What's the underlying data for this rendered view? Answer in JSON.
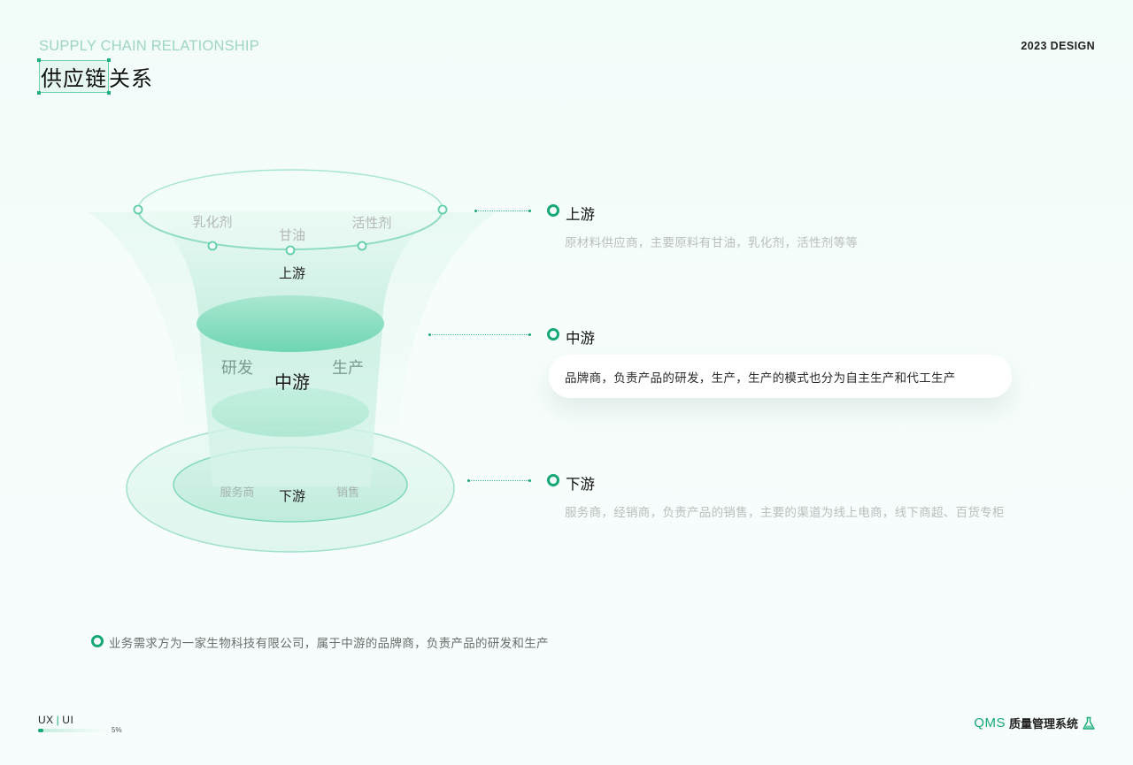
{
  "header": {
    "eyebrow": "SUPPLY CHAIN RELATIONSHIP",
    "title_selected": "供应链",
    "title_rest": "关系",
    "design_tag": "2023 DESIGN"
  },
  "diagram": {
    "top": {
      "label": "上游",
      "materials": [
        "乳化剂",
        "甘油",
        "活性剂"
      ]
    },
    "middle": {
      "label": "中游",
      "left": "研发",
      "right": "生产"
    },
    "bottom": {
      "label": "下游",
      "left": "服务商",
      "right": "销售"
    }
  },
  "items": [
    {
      "title": "上游",
      "desc": "原材料供应商，主要原料有甘油，乳化剂，活性剂等等",
      "highlighted": false
    },
    {
      "title": "中游",
      "desc": "品牌商，负责产品的研发，生产，生产的模式也分为自主生产和代工生产",
      "highlighted": true
    },
    {
      "title": "下游",
      "desc": "服务商，经销商，负责产品的销售，主要的渠道为线上电商，线下商超、百货专柜",
      "highlighted": false
    }
  ],
  "note": "业务需求方为一家生物科技有限公司，属于中游的品牌商，负责产品的研发和生产",
  "footer": {
    "ux": "UX",
    "separator": "|",
    "ui": "UI",
    "progress_pct": "5%",
    "brand_qms": "QMS",
    "brand_name": "质量管理系统",
    "brand_icon": "flask-icon"
  },
  "colors": {
    "accent": "#17a877",
    "accent_light": "#6dd0ad",
    "eyebrow": "#9fd5c2",
    "muted_text": "#b9bebd",
    "background": "#f4fcfa"
  }
}
